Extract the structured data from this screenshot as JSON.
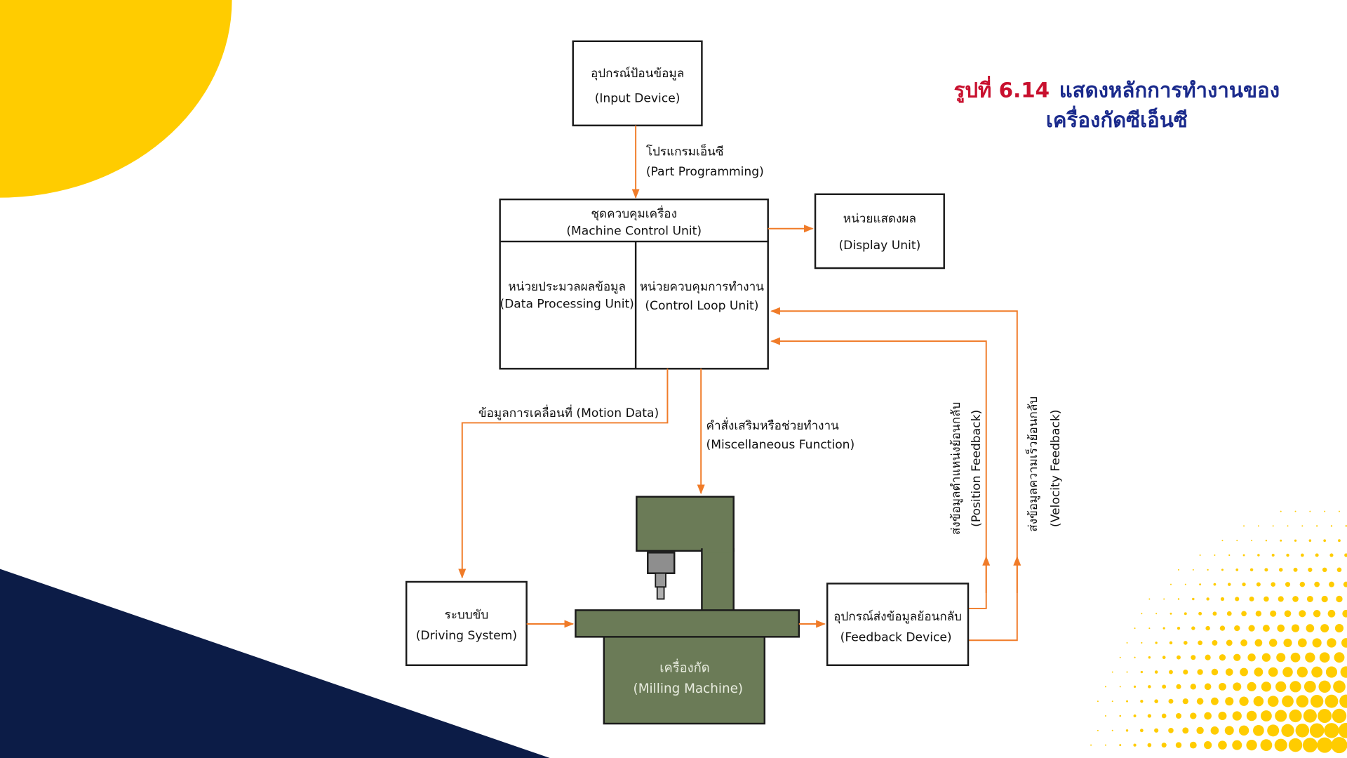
{
  "title": {
    "figure_no": "รูปที่ 6.14",
    "line1": "แสดงหลักการทำงานของ",
    "line2": "เครื่องกัดซีเอ็นซี"
  },
  "input_device": {
    "thai": "อุปกรณ์ป้อนข้อมูล",
    "en": "(Input Device)"
  },
  "part_programming": {
    "thai": "โปรแกรมเอ็นซี",
    "en": "(Part Programming)"
  },
  "machine_control_unit": {
    "thai": "ชุดควบคุมเครื่อง",
    "en": "(Machine Control Unit)",
    "data_processing": {
      "thai": "หน่วยประมวลผลข้อมูล",
      "en": "(Data Processing Unit)"
    },
    "control_loop": {
      "thai": "หน่วยควบคุมการทำงาน",
      "en": "(Control Loop Unit)"
    }
  },
  "display_unit": {
    "thai": "หน่วยแสดงผล",
    "en": "(Display Unit)"
  },
  "motion_data": {
    "text": "ข้อมูลการเคลื่อนที่ (Motion Data)"
  },
  "misc_function": {
    "thai": "คำสั่งเสริมหรือช่วยทำงาน",
    "en": "(Miscellaneous Function)"
  },
  "position_feedback": {
    "thai": "ส่งข้อมูลตำแหน่งย้อนกลับ",
    "en": "(Position Feedback)"
  },
  "velocity_feedback": {
    "thai": "ส่งข้อมูลความเร็วย้อนกลับ",
    "en": "(Velocity Feedback)"
  },
  "driving_system": {
    "thai": "ระบบขับ",
    "en": "(Driving System)"
  },
  "milling_machine": {
    "thai": "เครื่องกัด",
    "en": "(Milling Machine)"
  },
  "feedback_device": {
    "thai": "อุปกรณ์ส่งข้อมูลย้อนกลับ",
    "en": "(Feedback  Device)"
  },
  "colors": {
    "flow_arrow": "#f07b28",
    "machine_body": "#6b7b57",
    "accent_yellow": "#ffcc00",
    "accent_navy": "#0c1c47",
    "title_red": "#c8102e",
    "title_blue": "#1a2a8c"
  }
}
